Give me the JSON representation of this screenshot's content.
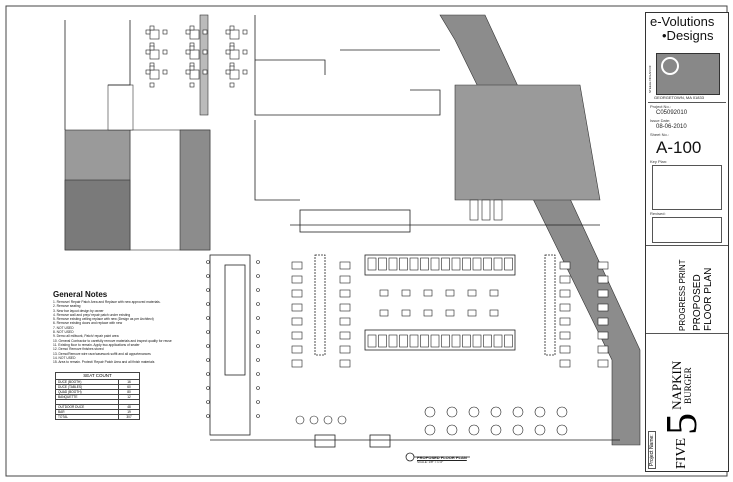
{
  "title_block": {
    "firm_name_line1": "e-Volutions",
    "firm_name_line2": "•Designs",
    "firm_side_text": "STEELE NOLAN OF",
    "address": "GEORGETOWN, MA 01833",
    "project_no_label": "Project No.:",
    "project_no": "C05092010",
    "issue_date_label": "Issue Date:",
    "issue_date": "08-06-2010",
    "sheet_no_label": "Sheet No.:",
    "sheet_no": "A-100",
    "key_plan_label": "Key Plan:",
    "revised_label": "Revised:",
    "status": "PROGRESS PRINT",
    "drawing_title_line1": "PROPOSED",
    "drawing_title_line2": "FLOOR PLAN",
    "project_name_label": "Project Name:",
    "project_name_five": "FIVE",
    "project_name_num": "5",
    "project_name_napkin": "NAPKIN",
    "project_name_burger": "BURGER"
  },
  "general_notes": {
    "title": "General Notes",
    "items": [
      "1. Remove/ Repair Patch Area and Replace with new approved materials.",
      "2. Remove seating",
      "3. New bar layout design by owner",
      "4. Remove wall and prep/ repair patch under existing",
      "5. Remove existing ceiling replace with new (Design as per Architect)",
      "6. Remove existing doors and replace with new",
      "7. NOT USED",
      "8. NOT USED",
      "9. Demo all millwork, Patch/ repair paint area",
      "10. General Contractor to carefully remove materials and inspect quality for reuse",
      "11. Existing floor to remain. Apply two applications of sealer",
      "12. Demo/ Remove finishes stored",
      "13. Demo/Remove wire race/casework soffit and all appurtenances",
      "14. NOT USED",
      "15. Area to remain. Protect/ Repair Patch Area and all finish materials"
    ]
  },
  "seat_count": {
    "title": "SEAT COUNT",
    "rows": [
      {
        "label": "DUCE (BOOTH)",
        "value": "16"
      },
      {
        "label": "DUCE (TABLES)",
        "value": "60"
      },
      {
        "label": "QUAD (BOOTH)",
        "value": "80"
      },
      {
        "label": "BANQUETTE",
        "value": "12"
      },
      {
        "label": "",
        "value": ""
      },
      {
        "label": "OUTDOOR DUCE",
        "value": "48"
      },
      {
        "label": "BAR",
        "value": "19"
      },
      {
        "label": "TOTAL",
        "value": "307"
      }
    ]
  },
  "plan_caption": "PROPOSED FLOOR PLAN",
  "plan_scale": "SCALE: 1/8\" = 1'-0\""
}
